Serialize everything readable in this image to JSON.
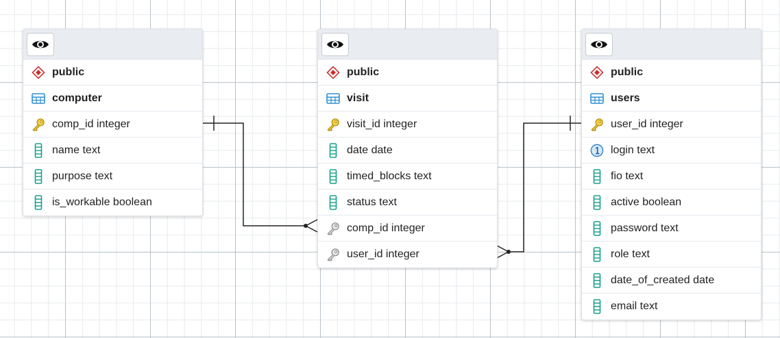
{
  "tables": [
    {
      "id": "computer",
      "schema": "public",
      "name": "computer",
      "columns": [
        {
          "label": "comp_id integer",
          "icon": "primary-key-icon"
        },
        {
          "label": "name text",
          "icon": "column-icon"
        },
        {
          "label": "purpose text",
          "icon": "column-icon"
        },
        {
          "label": "is_workable boolean",
          "icon": "column-icon"
        }
      ]
    },
    {
      "id": "visit",
      "schema": "public",
      "name": "visit",
      "columns": [
        {
          "label": "visit_id integer",
          "icon": "primary-key-icon"
        },
        {
          "label": "date date",
          "icon": "column-icon"
        },
        {
          "label": "timed_blocks text",
          "icon": "column-icon"
        },
        {
          "label": "status text",
          "icon": "column-icon"
        },
        {
          "label": "comp_id integer",
          "icon": "foreign-key-icon"
        },
        {
          "label": "user_id integer",
          "icon": "foreign-key-icon"
        }
      ]
    },
    {
      "id": "users",
      "schema": "public",
      "name": "users",
      "columns": [
        {
          "label": "user_id integer",
          "icon": "primary-key-icon"
        },
        {
          "label": "login text",
          "icon": "unique-constraint-icon"
        },
        {
          "label": "fio text",
          "icon": "column-icon"
        },
        {
          "label": "active boolean",
          "icon": "column-icon"
        },
        {
          "label": "password text",
          "icon": "column-icon"
        },
        {
          "label": "role text",
          "icon": "column-icon"
        },
        {
          "label": "date_of_created date",
          "icon": "column-icon"
        },
        {
          "label": "email text",
          "icon": "column-icon"
        }
      ]
    }
  ],
  "relations": [
    {
      "from_table": "computer",
      "from_column": "comp_id integer",
      "from_cardinality": "one",
      "to_table": "visit",
      "to_column": "comp_id integer",
      "to_cardinality": "many"
    },
    {
      "from_table": "users",
      "from_column": "user_id integer",
      "from_cardinality": "one",
      "to_table": "visit",
      "to_column": "user_id integer",
      "to_cardinality": "many"
    }
  ],
  "colors": {
    "schema_icon": "#c9302c",
    "table_icon": "#2f8fd2",
    "primary_key": "#e3b714",
    "foreign_key": "#8a8a8a",
    "column_icon": "#18a08c",
    "unique_icon": "#2f7fc9",
    "connector": "#222222"
  }
}
